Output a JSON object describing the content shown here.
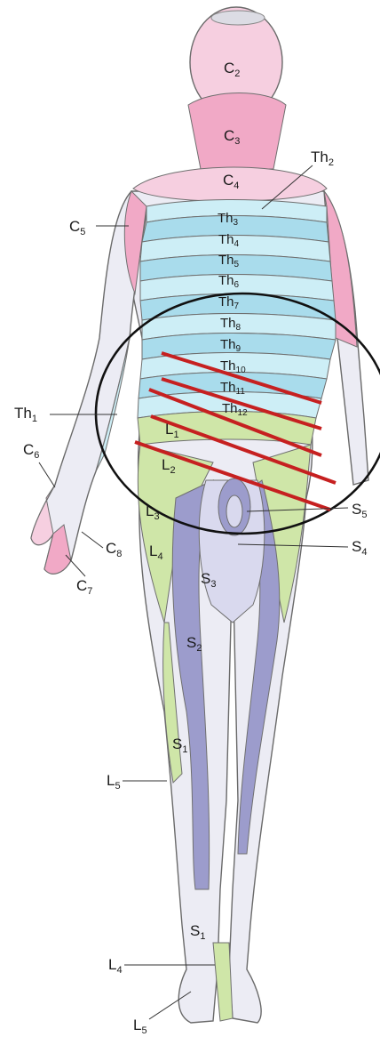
{
  "labels": {
    "c2": "C",
    "c2_sub": "2",
    "c3": "C",
    "c3_sub": "3",
    "c4": "C",
    "c4_sub": "4",
    "c5": "C",
    "c5_sub": "5",
    "c6": "C",
    "c6_sub": "6",
    "c7": "C",
    "c7_sub": "7",
    "c8": "C",
    "c8_sub": "8",
    "th1": "Th",
    "th1_sub": "1",
    "th2": "Th",
    "th2_sub": "2",
    "th3": "Th",
    "th3_sub": "3",
    "th4": "Th",
    "th4_sub": "4",
    "th5": "Th",
    "th5_sub": "5",
    "th6": "Th",
    "th6_sub": "6",
    "th7": "Th",
    "th7_sub": "7",
    "th8": "Th",
    "th8_sub": "8",
    "th9": "Th",
    "th9_sub": "9",
    "th10": "Th",
    "th10_sub": "10",
    "th11": "Th",
    "th11_sub": "11",
    "th12": "Th",
    "th12_sub": "12",
    "l1": "L",
    "l1_sub": "1",
    "l2": "L",
    "l2_sub": "2",
    "l3": "L",
    "l3_sub": "3",
    "l4": "L",
    "l4_sub": "4",
    "l4_foot": "L",
    "l4_foot_sub": "4",
    "l5_leg": "L",
    "l5_leg_sub": "5",
    "l5_foot": "L",
    "l5_foot_sub": "5",
    "s1_leg": "S",
    "s1_leg_sub": "1",
    "s1_foot": "S",
    "s1_foot_sub": "1",
    "s2": "S",
    "s2_sub": "2",
    "s3": "S",
    "s3_sub": "3",
    "s4": "S",
    "s4_sub": "4",
    "s5": "S",
    "s5_sub": "5"
  },
  "colors": {
    "cervical": "#f1a9c6",
    "cervical_light": "#f6cfe0",
    "thoracic": "#a9dcec",
    "thoracic_light": "#cdeef6",
    "lumbar": "#cfe6a8",
    "sacral_dark": "#9c9ccc",
    "sacral_light": "#d9d9ee",
    "skin_pale": "#ececf4",
    "strike": "#c62020",
    "circle": "#111111"
  }
}
